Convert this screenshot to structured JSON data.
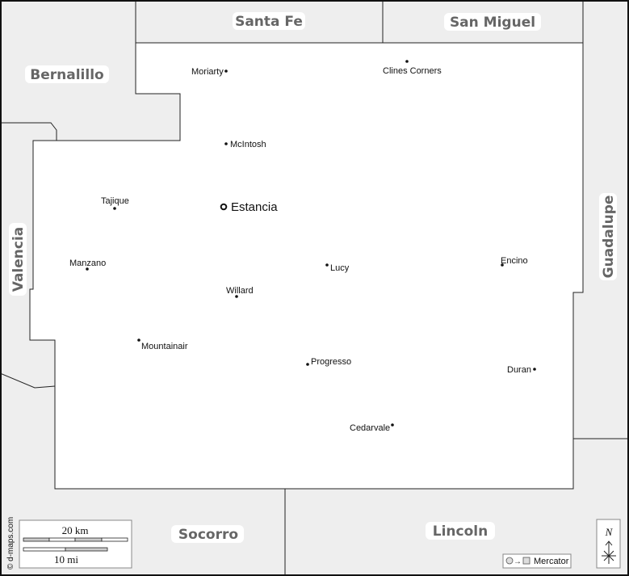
{
  "counties": {
    "santa_fe": "Santa Fe",
    "san_miguel": "San Miguel",
    "bernalillo": "Bernalillo",
    "valencia": "Valencia",
    "guadalupe": "Guadalupe",
    "socorro": "Socorro",
    "lincoln": "Lincoln"
  },
  "seat": "Estancia",
  "cities": {
    "moriarty": "Moriarty",
    "clines_corners": "Clines Corners",
    "mcintosh": "McIntosh",
    "tajique": "Tajique",
    "manzano": "Manzano",
    "lucy": "Lucy",
    "encino": "Encino",
    "willard": "Willard",
    "mountainair": "Mountainair",
    "progresso": "Progresso",
    "duran": "Duran",
    "cedarvale": "Cedarvale"
  },
  "scale": {
    "km": "20 km",
    "mi": "10 mi"
  },
  "projection": "Mercator",
  "north": "N",
  "credit": "© d-maps.com",
  "colors": {
    "outside": "#eeeeee",
    "county": "#ffffff",
    "label": "#666666"
  }
}
